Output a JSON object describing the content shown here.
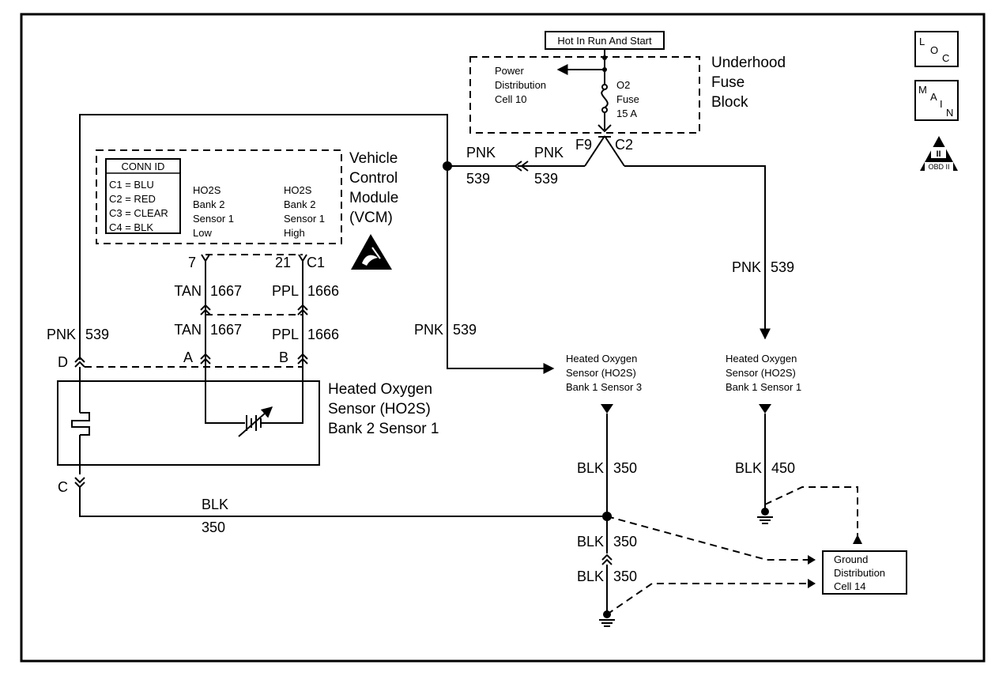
{
  "colors": {
    "line": "#000000",
    "background": "#ffffff"
  },
  "icons": [
    "esd-sensitive-icon",
    "obd-ii-icon",
    "ground-icon",
    "fuse-icon",
    "heater-icon",
    "sensor-element-icon"
  ],
  "badges": {
    "loc": [
      "L",
      "O",
      "C"
    ],
    "main": [
      "M",
      "A",
      "I",
      "N"
    ],
    "obd_numeral": "II",
    "obd_label": "OBD II"
  },
  "hot_in_run": "Hot In Run And Start",
  "fuse_block": {
    "title_lines": [
      "Underhood",
      "Fuse",
      "Block"
    ],
    "pdc_lines": [
      "Power",
      "Distribution",
      "Cell 10"
    ],
    "fuse_lines": [
      "O2",
      "Fuse",
      "15 A"
    ],
    "conn_left": "F9",
    "conn_right": "C2"
  },
  "vcm": {
    "title_lines": [
      "Vehicle",
      "Control",
      "Module",
      "(VCM)"
    ],
    "conn_id_title": "CONN ID",
    "conn_id": [
      "C1 = BLU",
      "C2 = RED",
      "C3 = CLEAR",
      "C4 = BLK"
    ],
    "pin_low_lines": [
      "HO2S",
      "Bank 2",
      "Sensor 1",
      "Low"
    ],
    "pin_high_lines": [
      "HO2S",
      "Bank 2",
      "Sensor 1",
      "High"
    ],
    "pin_low": "7",
    "pin_high": "21",
    "pin_high_conn": "C1"
  },
  "wires": {
    "tan_color": "TAN",
    "tan_num": "1667",
    "ppl_color": "PPL",
    "ppl_num": "1666",
    "pnk_color": "PNK",
    "pnk_num": "539",
    "blk_color": "BLK",
    "blk_350": "350",
    "blk_450": "450"
  },
  "ho2s_b2s1": {
    "title_lines": [
      "Heated Oxygen",
      "Sensor (HO2S)",
      "Bank 2 Sensor 1"
    ],
    "pin_a": "A",
    "pin_b": "B",
    "pin_c": "C",
    "pin_d": "D"
  },
  "ho2s_b1s3": {
    "title_lines": [
      "Heated Oxygen",
      "Sensor (HO2S)",
      "Bank 1 Sensor 3"
    ]
  },
  "ho2s_b1s1": {
    "title_lines": [
      "Heated Oxygen",
      "Sensor (HO2S)",
      "Bank 1 Sensor 1"
    ]
  },
  "ground_dist": {
    "title_lines": [
      "Ground",
      "Distribution",
      "Cell 14"
    ]
  }
}
